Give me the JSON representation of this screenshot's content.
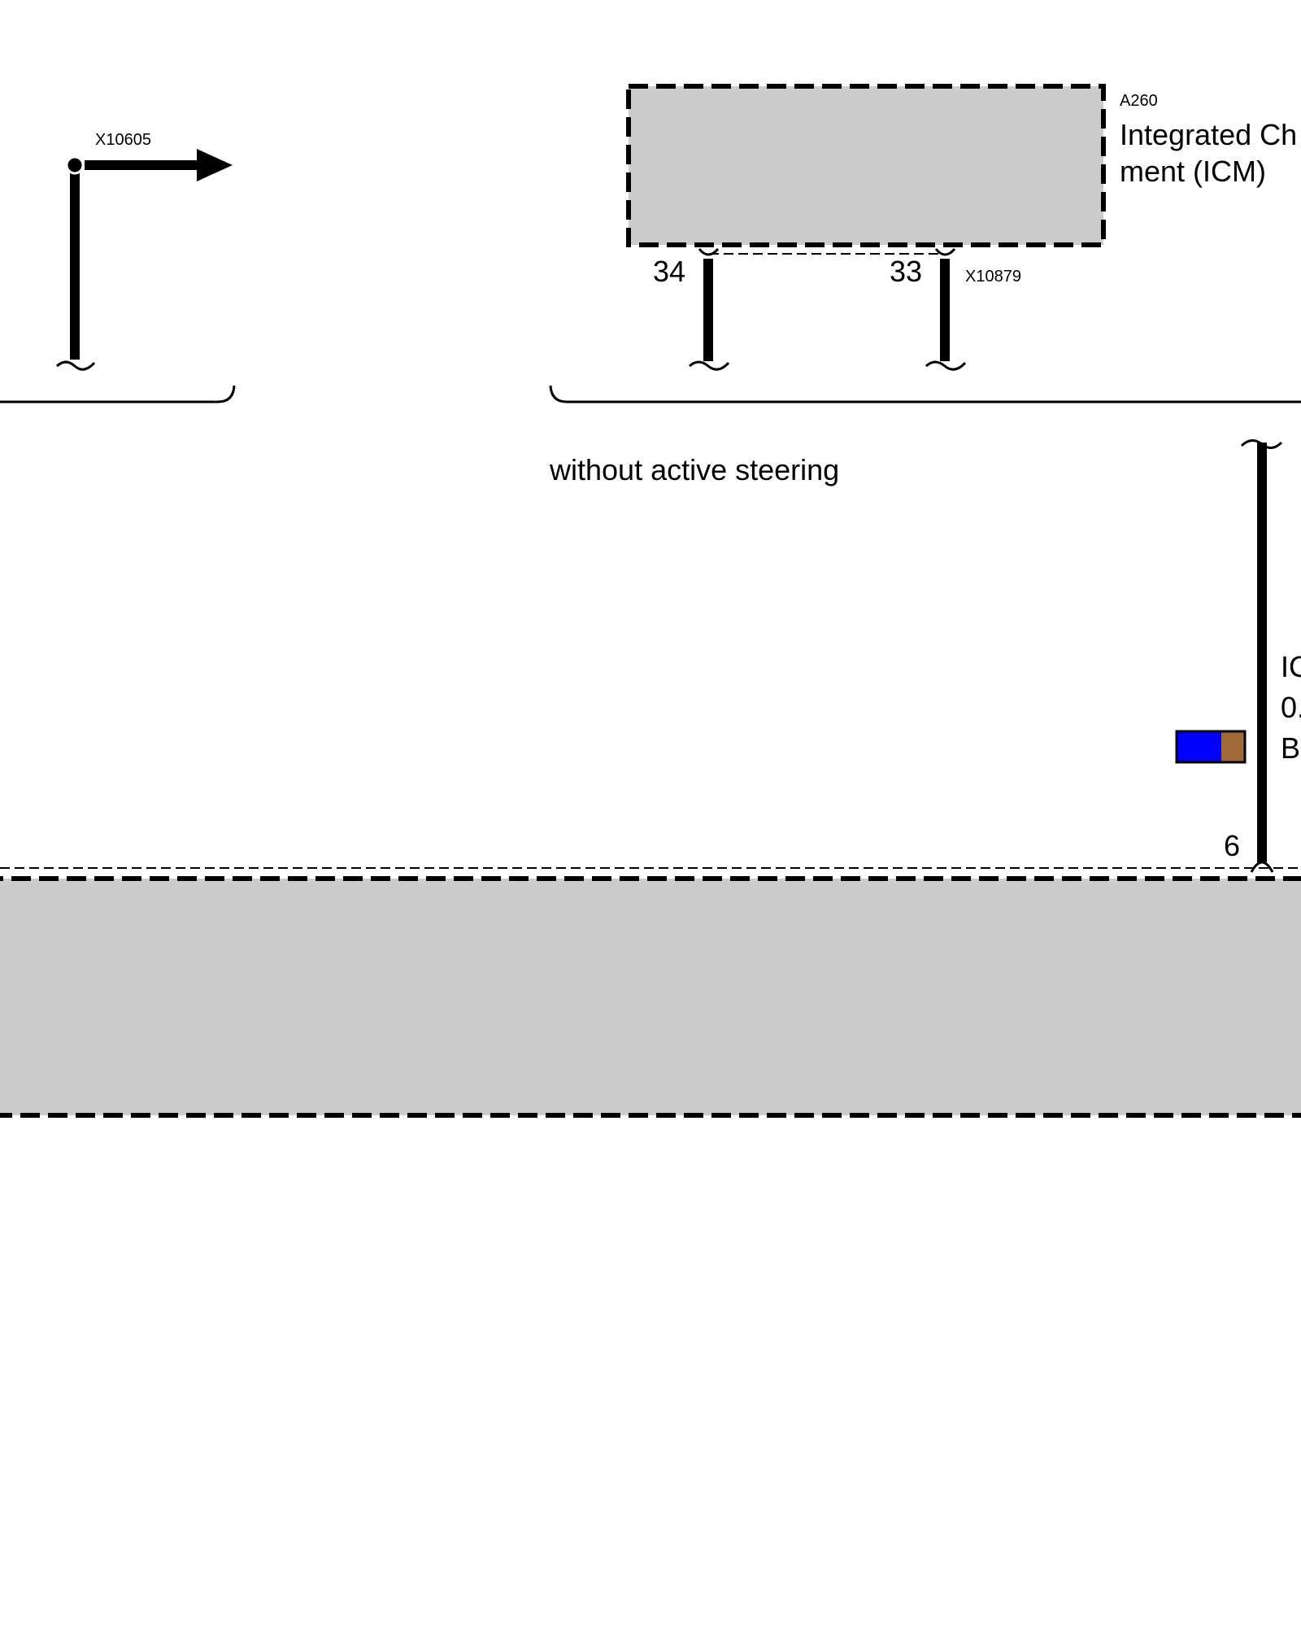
{
  "connector_left": {
    "id": "X10605"
  },
  "icm_module": {
    "code": "A260",
    "name_line1": "Integrated Ch",
    "name_line2": "ment (ICM)",
    "connector_id": "X10879",
    "pin_left": "34",
    "pin_right": "33"
  },
  "variant_note": "without active steering",
  "wire_right": {
    "label_line1": "IC",
    "label_line2": "0.",
    "label_line3": "B",
    "pin": "6",
    "colors": {
      "primary": "#0000ff",
      "stripe": "#a0693a"
    }
  },
  "colors": {
    "module_fill": "#cccccc",
    "line": "#000000"
  }
}
